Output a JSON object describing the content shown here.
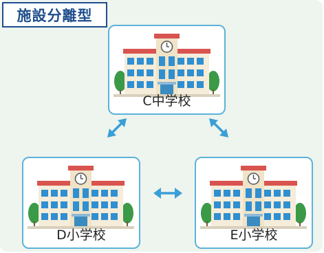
{
  "title": "施設分離型",
  "schools": {
    "c": {
      "label": "C中学校"
    },
    "d": {
      "label": "D小学校"
    },
    "e": {
      "label": "E小学校"
    }
  },
  "colors": {
    "title_text": "#1f4e8c",
    "card_border": "#5bb3d9",
    "arrow": "#3a9fd6",
    "background": "#eef4ee",
    "roof": "#d9534f",
    "window": "#2f8fd0",
    "wall": "#f5ecd9",
    "tree": "#3a9a48"
  },
  "icons": [
    "school-building-icon",
    "double-arrow-icon"
  ]
}
